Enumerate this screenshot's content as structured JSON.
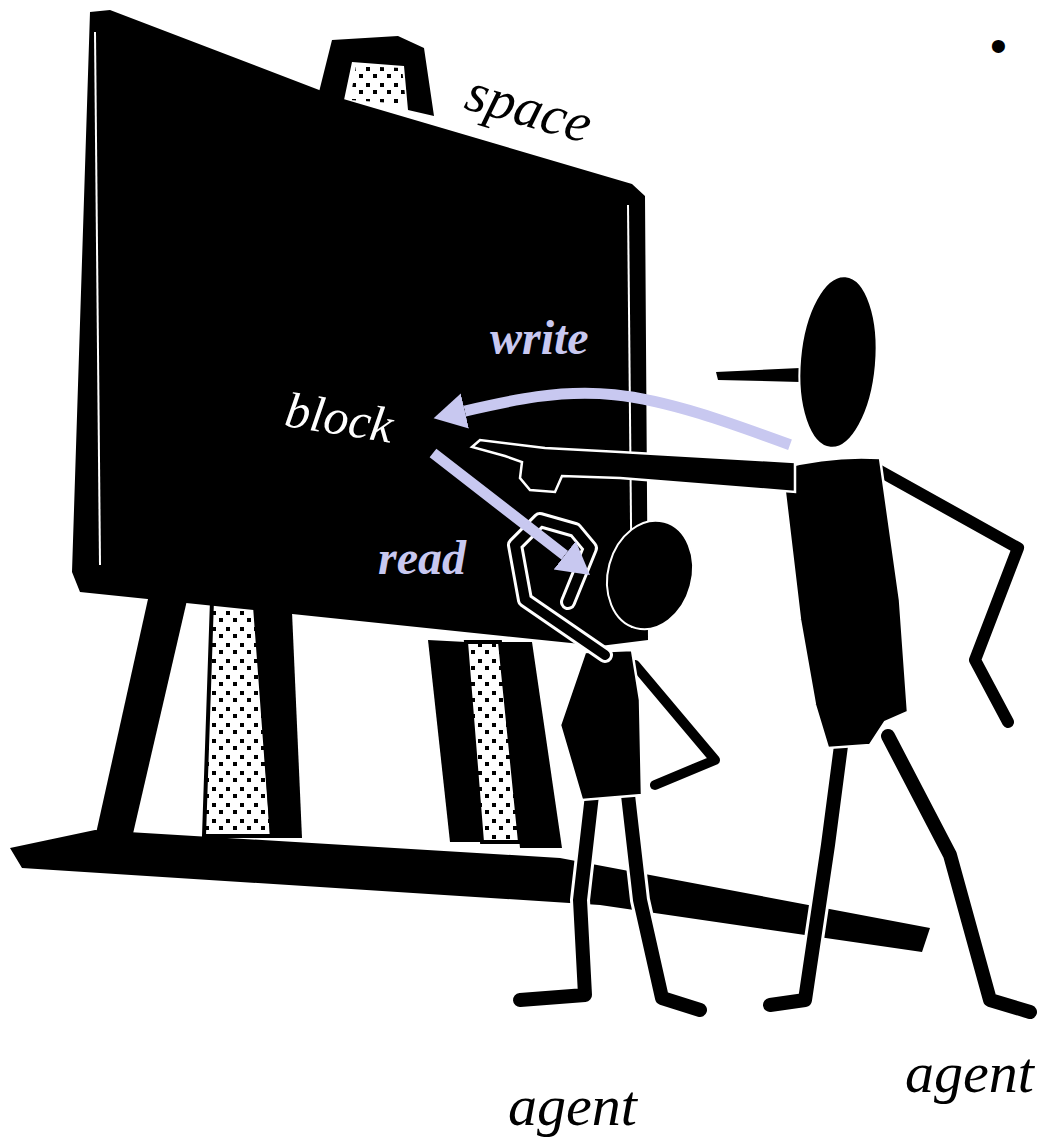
{
  "diagram": {
    "nodes": [
      {
        "text": [
          "space"
        ]
      },
      {
        "text": [
          "block"
        ],
        "in": 0
      },
      {
        "text": [
          "agent"
        ]
      },
      {
        "text": [
          "agent"
        ]
      }
    ],
    "edges": [
      {
        "from": 3,
        "to": 1,
        "label": "write",
        "arrow": "to"
      },
      {
        "from": 1,
        "to": 2,
        "label": "read",
        "arrow": "to"
      }
    ],
    "labels": [
      "•"
    ]
  }
}
